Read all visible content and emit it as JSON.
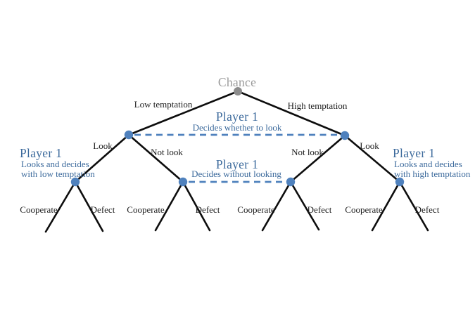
{
  "colors": {
    "background": "#ffffff",
    "edge": "#0d0d0d",
    "info_set_line": "#4f81bd",
    "player_node_fill": "#4f81bd",
    "chance_node_fill": "#8c8c8c",
    "chance_label_color": "#9a9a9a",
    "player_label_color": "#3c6a9c",
    "branch_label_color": "#1c1c1c"
  },
  "nodes": {
    "chance_label": "Chance"
  },
  "info_sets": {
    "top": {
      "player": "Player 1",
      "description": "Decides whether to look"
    },
    "middle": {
      "player": "Player 1",
      "description": "Decides without looking"
    }
  },
  "singleton_labels": {
    "left": {
      "player": "Player 1",
      "line1": "Looks and decides",
      "line2": "with low temptation"
    },
    "right": {
      "player": "Player 1",
      "line1": "Looks and decides",
      "line2": "with high temptation"
    }
  },
  "branch_labels": {
    "chance_left": "Low temptation",
    "chance_right": "High temptation",
    "left_look": "Look",
    "left_not_look": "Not look",
    "right_not_look": "Not look",
    "right_look": "Look",
    "actions": [
      {
        "left": "Cooperate",
        "right": "Defect"
      },
      {
        "left": "Cooperate",
        "right": "Defect"
      },
      {
        "left": "Cooperate",
        "right": "Defect"
      },
      {
        "left": "Cooperate",
        "right": "Defect"
      }
    ]
  }
}
